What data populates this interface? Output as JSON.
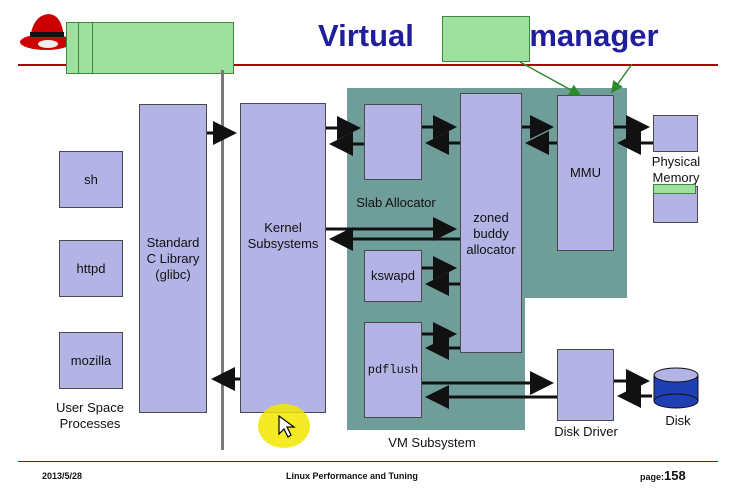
{
  "title": "Virtual         ry manager",
  "footer": {
    "date": "2013/5/28",
    "center": "Linux Performance and Tuning",
    "page_prefix": "page:",
    "page_number": "158"
  },
  "user_processes": [
    {
      "label": "sh"
    },
    {
      "label": "httpd"
    },
    {
      "label": "mozilla"
    }
  ],
  "user_space_label": "User Space\nProcesses",
  "glibc_label": "Standard\nC Library\n(glibc)",
  "kernel_label": "Kernel\nSubsystems",
  "slab_label": "Slab Allocator",
  "kswapd_label": "kswapd",
  "pdflush_label": "pdflush",
  "buddy_label": "zoned\nbuddy\nallocator",
  "mmu_label": "MMU",
  "physical_memory_label": "Physical\nMemory",
  "vm_subsystem_label": "VM Subsystem",
  "disk_driver_label": "Disk Driver",
  "disk_label": "Disk",
  "colors": {
    "box": "#b3b3e6",
    "vm_bg": "#6f9e9a",
    "highlight": "#9fe0a0",
    "title": "#1f1f9e",
    "logo": "#cc0000",
    "cursor": "#f2e600"
  }
}
